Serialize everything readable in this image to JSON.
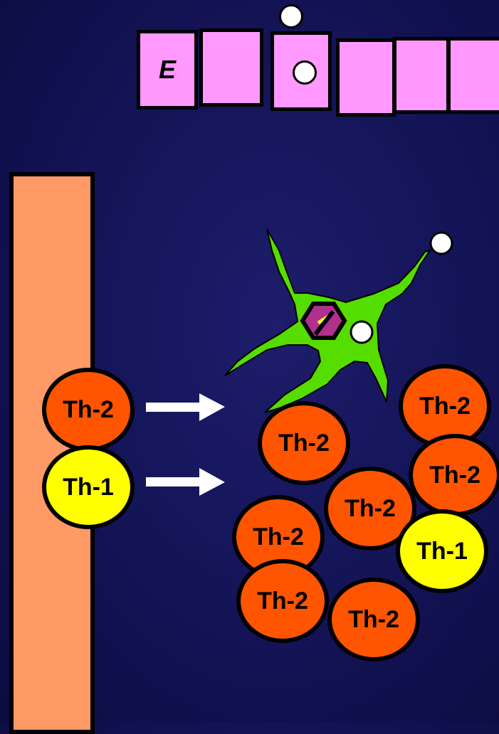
{
  "epithelium": {
    "cells": [
      {
        "label": "E"
      },
      {
        "label": ""
      },
      {
        "label": ""
      },
      {
        "label": ""
      },
      {
        "label": ""
      },
      {
        "label": ""
      }
    ]
  },
  "vessel_cells": [
    {
      "label": "Th-2",
      "type": "Th-2"
    },
    {
      "label": "Th-1",
      "type": "Th-1"
    }
  ],
  "tissue_cells": [
    {
      "label": "Th-2",
      "type": "Th-2"
    },
    {
      "label": "Th-2",
      "type": "Th-2"
    },
    {
      "label": "Th-2",
      "type": "Th-2"
    },
    {
      "label": "Th-2",
      "type": "Th-2"
    },
    {
      "label": "Th-1",
      "type": "Th-1"
    },
    {
      "label": "Th-2",
      "type": "Th-2"
    },
    {
      "label": "Th-2",
      "type": "Th-2"
    },
    {
      "label": "Th-2",
      "type": "Th-2"
    }
  ],
  "colors": {
    "background": "#131356",
    "epithelium": "#ff99ff",
    "vessel": "#ff9966",
    "th2": "#ff5500",
    "th1": "#ffff00",
    "dendritic_cell": "#55dd00",
    "antigen_body": "#b0308e"
  }
}
